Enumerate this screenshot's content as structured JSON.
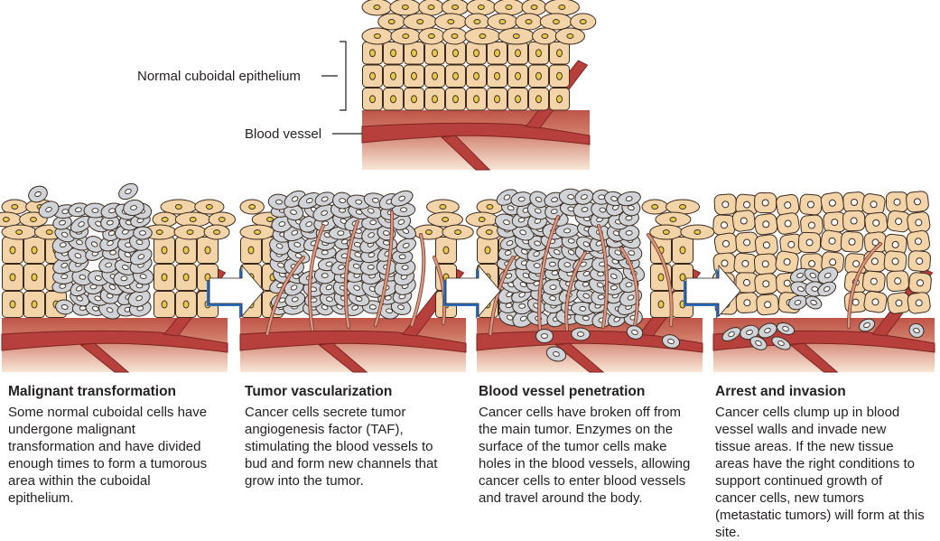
{
  "figure": {
    "top_panel": {
      "labels": {
        "epithelium": "Normal cuboidal epithelium",
        "vessel": "Blood vessel"
      }
    },
    "stages": [
      {
        "title": "Malignant transformation",
        "description": "Some normal cuboidal cells have undergone malignant transformation and have divided enough times to form a tumorous area within the cuboidal epithelium."
      },
      {
        "title": "Tumor vascularization",
        "description": "Cancer cells secrete tumor angiogenesis factor (TAF), stimulating the blood vessels to bud and form new channels that grow into the tumor."
      },
      {
        "title": "Blood vessel penetration",
        "description": "Cancer cells have broken off from the main tumor. Enzymes on the surface of the tumor cells make holes in the blood vessels, allowing cancer cells to enter blood vessels and travel around the body."
      },
      {
        "title": "Arrest and invasion",
        "description": "Cancer cells clump up in blood vessel walls and invade new tissue areas. If the new tissue areas have the right conditions to support continued growth of cancer cells, new tumors (metastatic tumors) will form at this site."
      }
    ],
    "colors": {
      "normal_cell": "#f3d3a8",
      "cell_outline": "#3a2a1e",
      "nucleus": "#e6c84a",
      "cancer_cell": "#d0d3d8",
      "vessel": "#b8403c",
      "tissue_top": "#c9685a",
      "tissue_bottom": "#f6e0cf",
      "arrow_outline": "#2a6cb8"
    }
  }
}
